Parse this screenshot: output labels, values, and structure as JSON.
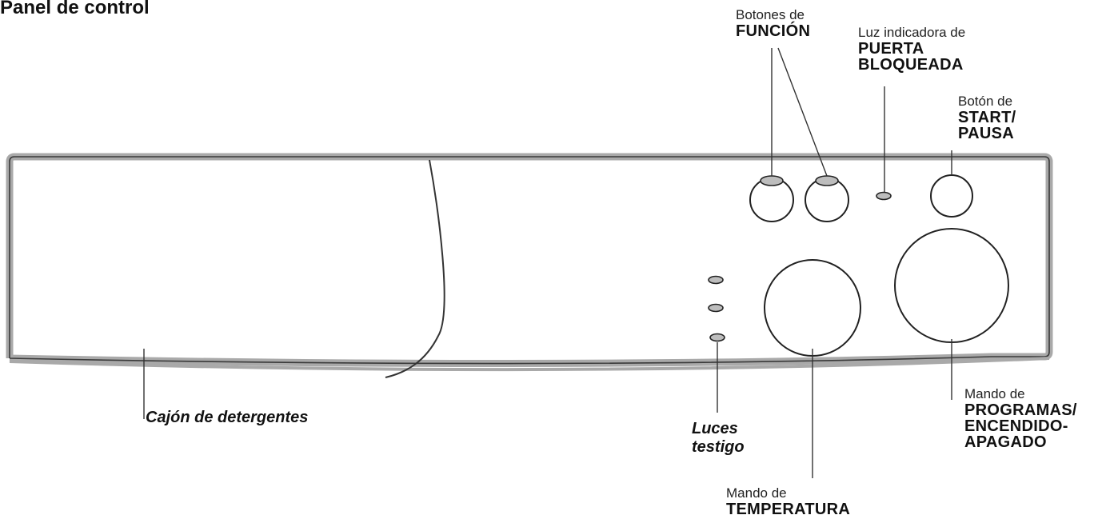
{
  "title": "Panel de control",
  "labels": {
    "funcion": {
      "line1": "Botones de",
      "line2": "FUNCIÓN"
    },
    "puerta": {
      "line1": "Luz indicadora de",
      "line2": "PUERTA",
      "line3": "BLOQUEADA"
    },
    "start": {
      "line1": "Botón de",
      "line2": "START/",
      "line3": "PAUSA"
    },
    "cajon": {
      "line1": "Cajón de detergentes"
    },
    "luces": {
      "line1": "Luces",
      "line2": "testigo"
    },
    "temperatura": {
      "line1": "Mando de",
      "line2": "TEMPERATURA"
    },
    "programas": {
      "line1": "Mando de",
      "line2": "PROGRAMAS/",
      "line3": "ENCENDIDO-",
      "line4": "APAGADO"
    }
  },
  "colors": {
    "stroke": "#222222",
    "panel_edge": "#a9a9a9",
    "led_fill": "#bdbdbd"
  }
}
